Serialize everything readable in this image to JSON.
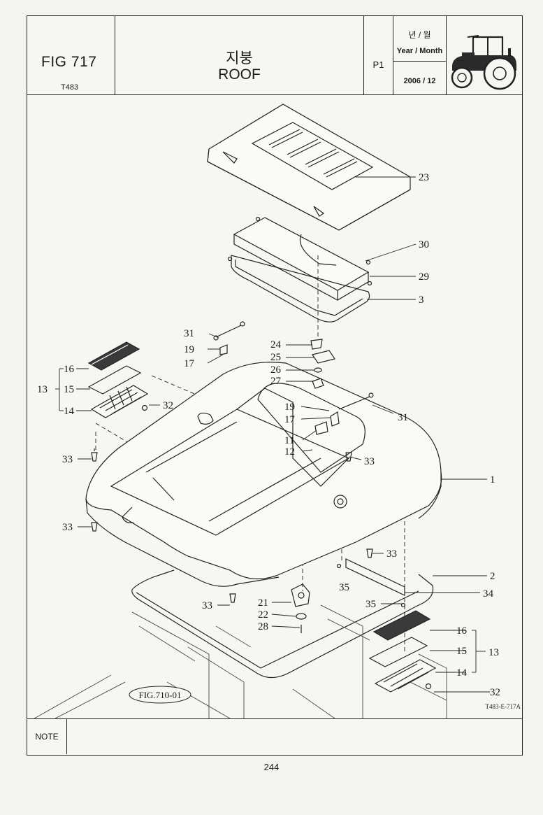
{
  "header": {
    "fig_title": "FIG 717",
    "model_code": "T483",
    "title_korean": "지붕",
    "title_english": "ROOF",
    "page_label": "P1",
    "year_month_korean": "년 / 월",
    "year_month_label": "Year / Month",
    "date": "2006 / 12"
  },
  "drawing": {
    "callouts": [
      "23",
      "30",
      "29",
      "3",
      "31",
      "19",
      "17",
      "24",
      "25",
      "26",
      "27",
      "16",
      "15",
      "13",
      "14",
      "32",
      "19",
      "17",
      "31",
      "11",
      "12",
      "33",
      "33",
      "1",
      "33",
      "33",
      "2",
      "35",
      "34",
      "35",
      "21",
      "33",
      "22",
      "28",
      "16",
      "15",
      "13",
      "14",
      "32"
    ],
    "reference_figure": "FIG.710-01",
    "drawing_code": "T483-E-717A"
  },
  "note": {
    "label": "NOTE",
    "text": ""
  },
  "footer": {
    "page_number": "244"
  }
}
